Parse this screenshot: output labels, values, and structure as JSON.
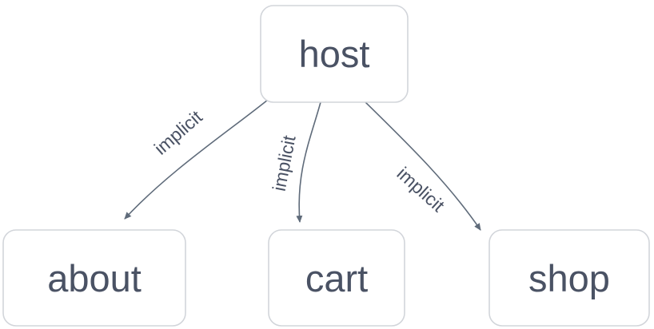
{
  "diagram": {
    "type": "graph",
    "nodes": [
      {
        "id": "host",
        "label": "host"
      },
      {
        "id": "about",
        "label": "about"
      },
      {
        "id": "cart",
        "label": "cart"
      },
      {
        "id": "shop",
        "label": "shop"
      }
    ],
    "edges": [
      {
        "from": "host",
        "to": "about",
        "label": "implicit"
      },
      {
        "from": "host",
        "to": "cart",
        "label": "implicit"
      },
      {
        "from": "host",
        "to": "shop",
        "label": "implicit"
      }
    ],
    "colors": {
      "node_fill": "#ffffff",
      "node_border": "#d2d5da",
      "text": "#4a5264",
      "edge": "#5f6b7a"
    }
  }
}
